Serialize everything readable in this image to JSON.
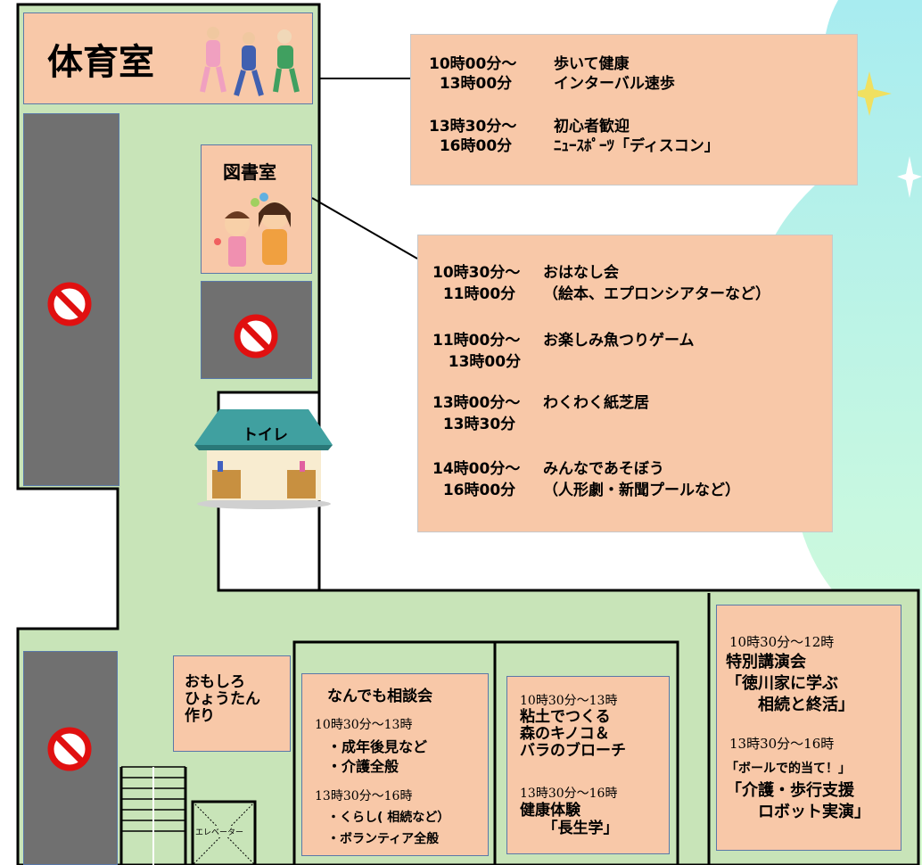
{
  "gym": {
    "title": "体育室",
    "schedule": [
      {
        "time": "10時00分～\n  13時00分",
        "text": "歩いて健康\nインターバル速歩"
      },
      {
        "time": "13時30分～\n  16時00分",
        "text": "初心者歓迎\nﾆｭｰｽﾎﾟｰﾂ「ディスコン」"
      }
    ]
  },
  "library": {
    "title": "図書室",
    "schedule": [
      {
        "time": "10時30分～\n  11時00分",
        "text": "おはなし会\n（絵本、エプロンシアターなど）"
      },
      {
        "time": "11時00分～\n   13時00分",
        "text": "お楽しみ魚つりゲーム"
      },
      {
        "time": "13時00分～\n  13時30分",
        "text": "わくわく紙芝居"
      },
      {
        "time": "14時00分～\n  16時00分",
        "text": "みんなであそぼう\n（人形劇・新聞プールなど）"
      }
    ]
  },
  "toilet": {
    "label": "トイレ"
  },
  "gourd": {
    "label": "おもしろ\nひょうたん\n作り"
  },
  "consult": {
    "title": "なんでも相談会",
    "time1": "10時30分～13時",
    "items1": [
      "・成年後見など",
      "・介護全般"
    ],
    "time2": "13時30分～16時",
    "items2": [
      "・くらし( 相続など）",
      "・ボランティア全般"
    ]
  },
  "craft": {
    "time1": "10時30分～13時",
    "text1": "粘土でつくる\n森のキノコ＆\nバラのブローチ",
    "time2": "13時30分～16時",
    "text2": "健康体験\n　　「長生学」"
  },
  "lecture": {
    "time1": "10時30分～12時",
    "text1": "特別講演会\n「徳川家に学ぶ\n　　相続と終活」",
    "time2": "13時30分～16時",
    "text2a": "「ボールで的当て！」",
    "text2b": "「介護・歩行支援\n　　ロボット実演」"
  },
  "elevator": {
    "label": "エレベーター"
  },
  "colors": {
    "room": "#f8c8a8",
    "corridor": "#c8e4b8",
    "blocked": "#707070",
    "sky": "#b8f0e8"
  }
}
